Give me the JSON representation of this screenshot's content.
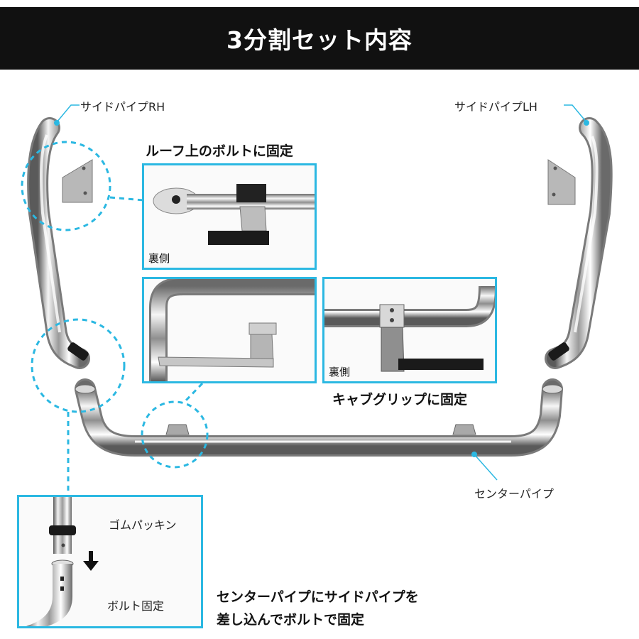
{
  "title": "3分割セット内容",
  "labels": {
    "side_rh": "サイドパイプRH",
    "side_lh": "サイドパイプLH",
    "roof_fix": "ルーフ上のボルトに固定",
    "back_1": "裏側",
    "back_2": "裏側",
    "cab_grip": "キャブグリップに固定",
    "center_pipe": "センターパイプ",
    "rubber": "ゴムパッキン",
    "bolt": "ボルト固定",
    "instruction_1": "センターパイプにサイドパイプを",
    "instruction_2": "差し込んでボルトで固定"
  },
  "colors": {
    "accent": "#2bb8e2",
    "header_bg": "#111111",
    "chrome_light": "#f2f2f2",
    "chrome_dark": "#6f6f6f"
  }
}
